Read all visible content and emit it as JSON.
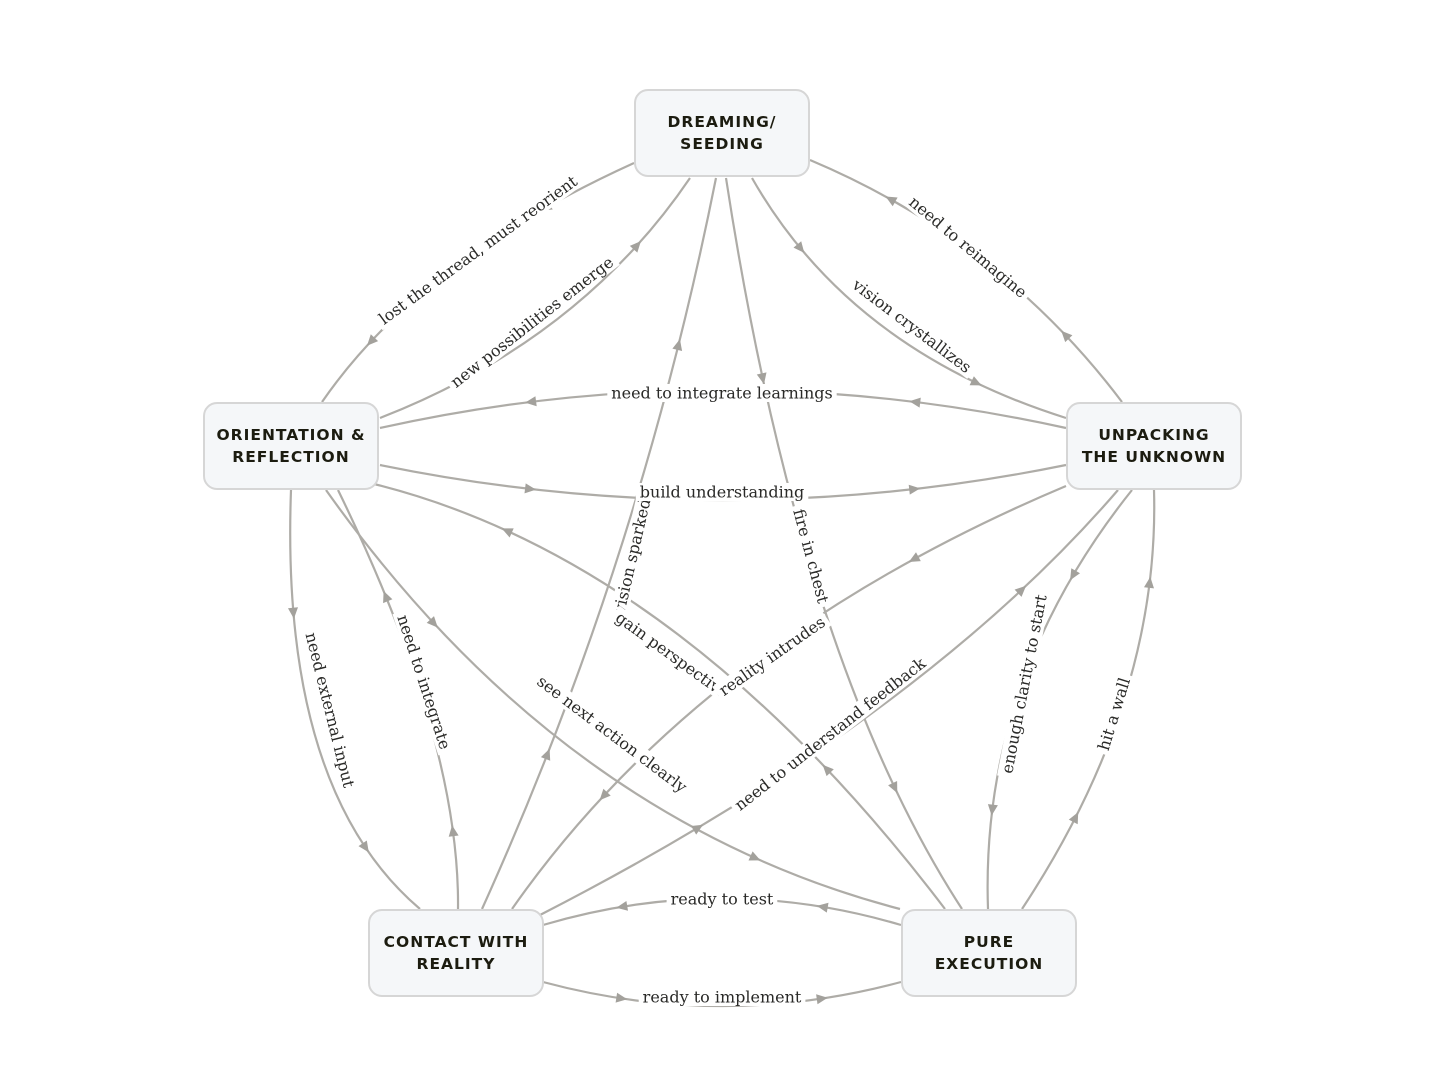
{
  "nodes": {
    "dreaming": [
      "DREAMING/",
      "SEEDING"
    ],
    "orientation": [
      "ORIENTATION &",
      "REFLECTION"
    ],
    "unpacking": [
      "UNPACKING",
      "THE UNKNOWN"
    ],
    "contact": [
      "CONTACT WITH",
      "REALITY"
    ],
    "execution": [
      "PURE",
      "EXECUTION"
    ]
  },
  "edges": [
    {
      "id": "lost-thread",
      "from": "dreaming",
      "to": "orientation",
      "label": "lost the thread, must reorient"
    },
    {
      "id": "new-possibilities",
      "from": "orientation",
      "to": "dreaming",
      "label": "new possibilities emerge"
    },
    {
      "id": "vision-crystallizes",
      "from": "dreaming",
      "to": "unpacking",
      "label": "vision crystallizes"
    },
    {
      "id": "reimagine",
      "from": "unpacking",
      "to": "dreaming",
      "label": "need to reimagine"
    },
    {
      "id": "vision-sparked",
      "from": "contact",
      "to": "dreaming",
      "label": "vision sparked"
    },
    {
      "id": "fire-in-chest",
      "from": "dreaming",
      "to": "execution",
      "label": "fire in chest"
    },
    {
      "id": "integrate-learnings",
      "from": "unpacking",
      "to": "orientation",
      "label": "need to integrate learnings"
    },
    {
      "id": "build-understanding",
      "from": "orientation",
      "to": "unpacking",
      "label": "build understanding"
    },
    {
      "id": "external-input",
      "from": "orientation",
      "to": "contact",
      "label": "need external input"
    },
    {
      "id": "need-integrate",
      "from": "contact",
      "to": "orientation",
      "label": "need to integrate"
    },
    {
      "id": "gain-perspective",
      "from": "execution",
      "to": "orientation",
      "label": "gain perspective"
    },
    {
      "id": "see-next-action",
      "from": "orientation",
      "to": "execution",
      "label": "see next action clearly"
    },
    {
      "id": "reality-intrudes",
      "from": "unpacking",
      "to": "contact",
      "label": "reality intrudes"
    },
    {
      "id": "need-feedback",
      "from": "contact",
      "to": "unpacking",
      "label": "need to understand feedback"
    },
    {
      "id": "enough-clarity",
      "from": "unpacking",
      "to": "execution",
      "label": "enough clarity to start"
    },
    {
      "id": "hit-wall",
      "from": "execution",
      "to": "unpacking",
      "label": "hit a wall"
    },
    {
      "id": "ready-test",
      "from": "execution",
      "to": "contact",
      "label": "ready to test"
    },
    {
      "id": "ready-implement",
      "from": "contact",
      "to": "execution",
      "label": "ready to implement"
    }
  ],
  "colors": {
    "edge": "#aeaca7",
    "arrow": "#a3a19c",
    "node_fill": "#f5f7f9",
    "node_border": "#d6d6d6",
    "node_text": "#1c1c10"
  }
}
